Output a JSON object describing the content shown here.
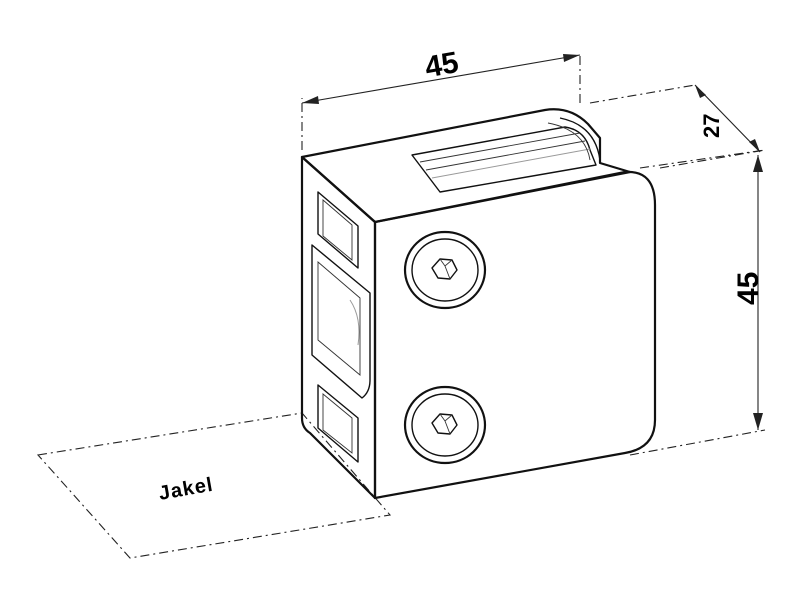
{
  "dimensions": {
    "width": "45",
    "depth": "27",
    "height": "45"
  },
  "label": {
    "text": "Jakel"
  },
  "colors": {
    "line": "#111111",
    "background": "#ffffff"
  }
}
